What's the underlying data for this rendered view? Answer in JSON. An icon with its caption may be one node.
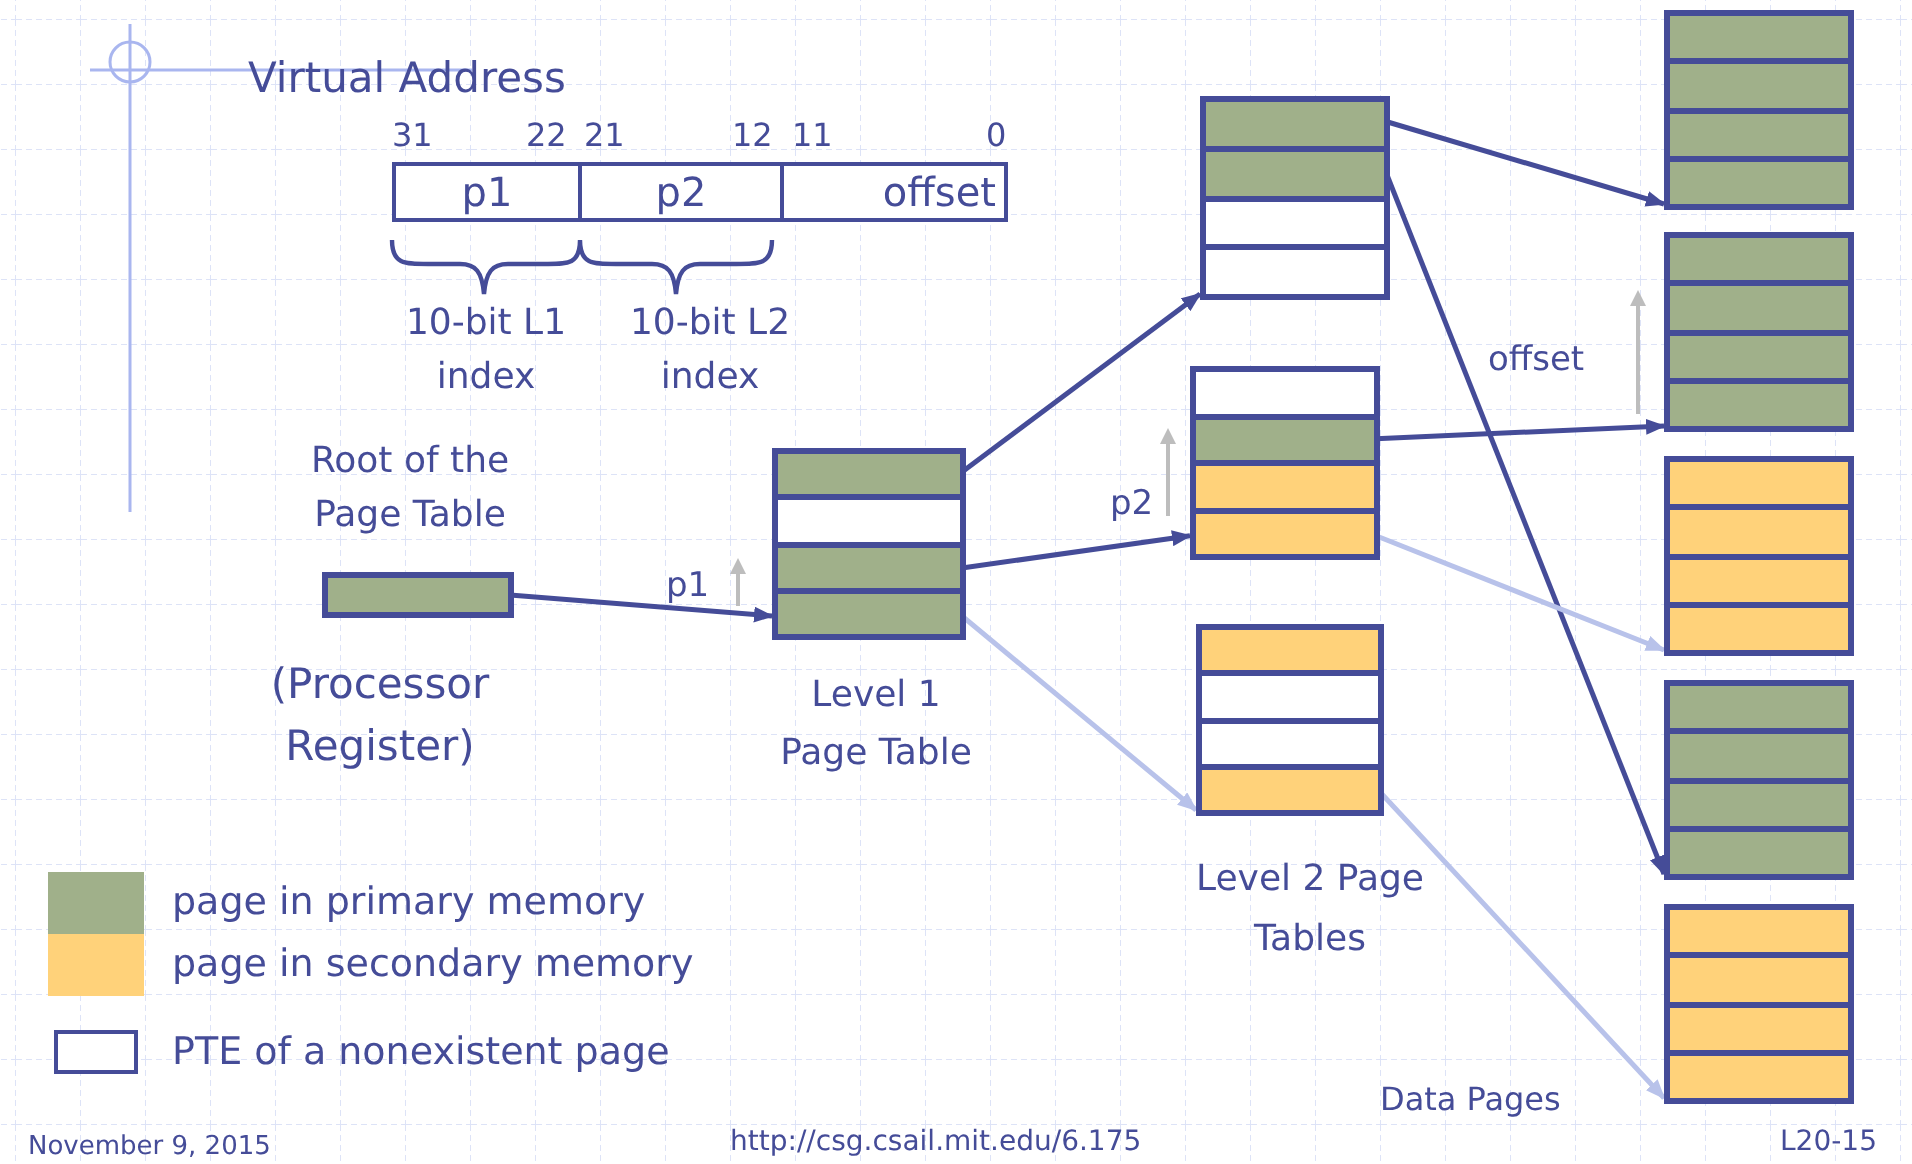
{
  "diagram": {
    "nodes": [
      {
        "text": [
          "p1"
        ]
      },
      {
        "text": [
          "p2"
        ]
      },
      {
        "text": [
          "offset"
        ]
      },
      {
        "text": [],
        "shape": "bar"
      },
      {
        "text": [],
        "shape": "box"
      },
      {
        "text": [],
        "shape": "bar",
        "in": 4
      },
      {
        "text": [],
        "shape": "bar",
        "in": 4
      },
      {
        "text": [],
        "shape": "bar",
        "in": 4
      },
      {
        "text": [],
        "shape": "bar",
        "in": 4
      },
      {
        "text": [],
        "shape": "box"
      },
      {
        "text": [],
        "shape": "bar",
        "in": 9
      },
      {
        "text": [],
        "shape": "bar",
        "in": 9
      },
      {
        "text": [],
        "shape": "bar",
        "in": 9
      },
      {
        "text": [],
        "shape": "bar",
        "in": 9
      },
      {
        "text": [],
        "shape": "box"
      },
      {
        "text": [],
        "shape": "bar",
        "in": 14
      },
      {
        "text": [],
        "shape": "bar",
        "in": 14
      },
      {
        "text": [],
        "shape": "bar",
        "in": 14
      },
      {
        "text": [],
        "shape": "bar",
        "in": 14
      },
      {
        "text": [],
        "shape": "box"
      },
      {
        "text": [],
        "shape": "bar",
        "in": 19
      },
      {
        "text": [],
        "shape": "bar",
        "in": 19
      },
      {
        "text": [],
        "shape": "bar",
        "in": 19
      },
      {
        "text": [],
        "shape": "bar",
        "in": 19
      },
      {
        "text": [],
        "shape": "box"
      },
      {
        "text": [],
        "shape": "box"
      },
      {
        "text": [],
        "shape": "box"
      },
      {
        "text": [],
        "shape": "box"
      },
      {
        "text": [],
        "shape": "box"
      }
    ],
    "edges": [
      {
        "from": 3,
        "to": 8,
        "arrow": "to"
      },
      {
        "from": 5,
        "to": 9,
        "arrow": "to"
      },
      {
        "from": 7,
        "to": 18,
        "arrow": "to"
      },
      {
        "from": 8,
        "to": 19,
        "arrow": "to",
        "color": "#b8c2ea"
      },
      {
        "from": 10,
        "to": 24,
        "arrow": "to"
      },
      {
        "from": 11,
        "to": 27,
        "arrow": "to"
      },
      {
        "from": 16,
        "to": 25,
        "arrow": "to"
      },
      {
        "from": 18,
        "to": 26,
        "arrow": "to",
        "color": "#b8c2ea"
      },
      {
        "from": 23,
        "to": 28,
        "arrow": "to",
        "color": "#b8c2ea"
      }
    ],
    "labels": [
      "Virtual Address",
      "31",
      "22",
      "21",
      "12",
      "11",
      "0",
      "10-bit L1 index",
      "10-bit L2 index",
      "Root of the Page Table",
      "offset",
      "p2",
      "p1",
      "(Processor Register)",
      "Level 1 Page Table",
      "Level 2 Page Tables",
      "Data Pages",
      "November 9, 2015",
      "http://csg.csail.mit.edu/6.175",
      "L20-15"
    ],
    "legend": [
      {
        "text": "page in primary memory",
        "color": "#a0b08a"
      },
      {
        "text": "page in secondary memory",
        "color": "#ffd27a"
      },
      {
        "text": "PTE of a nonexistent page"
      }
    ]
  }
}
